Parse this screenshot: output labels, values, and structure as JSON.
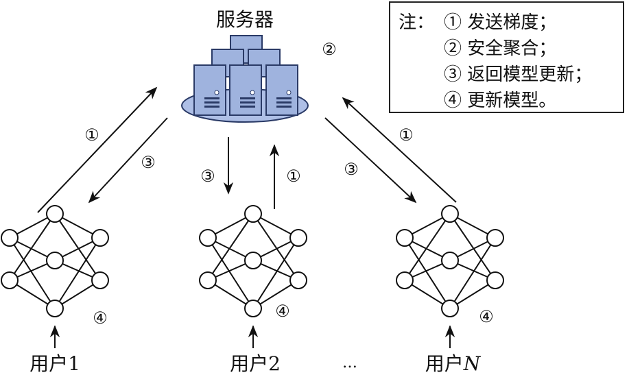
{
  "server": {
    "title": "服务器",
    "step_label": "②"
  },
  "legend": {
    "prefix": "注：",
    "lines": [
      "① 发送梯度；",
      "② 安全聚合；",
      "③ 返回模型更新；",
      "④ 更新模型。"
    ]
  },
  "users": [
    {
      "name": "用户1",
      "local_step": "④"
    },
    {
      "name": "用户2",
      "local_step": "④"
    },
    {
      "name": "用户",
      "name_suffix": "N",
      "local_step": "④"
    }
  ],
  "ellipsis": "…",
  "arrows": {
    "user1_up": "①",
    "user1_down": "③",
    "user2_down": "③",
    "user2_up": "①",
    "userN_down": "③",
    "userN_up": "①"
  },
  "colors": {
    "server_fill": "#9fb3de",
    "server_stroke": "#2a3a66",
    "base_fill": "#aebfe6",
    "line": "#111111",
    "node_fill": "#ffffff"
  }
}
